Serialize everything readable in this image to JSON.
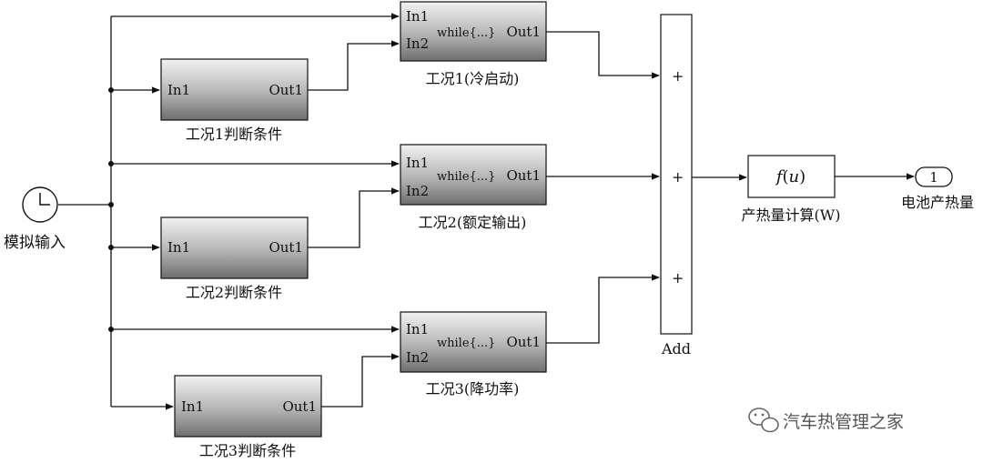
{
  "source_block": {
    "label": "模拟输入",
    "icon": "clock-icon"
  },
  "condition_blocks": [
    {
      "in": "In1",
      "out": "Out1",
      "caption": "工况1判断条件"
    },
    {
      "in": "In1",
      "out": "Out1",
      "caption": "工况2判断条件"
    },
    {
      "in": "In1",
      "out": "Out1",
      "caption": "工况3判断条件"
    }
  ],
  "while_blocks": [
    {
      "in1": "In1",
      "in2": "In2",
      "body": "while{...}",
      "out": "Out1",
      "caption": "工况1(冷启动)"
    },
    {
      "in1": "In1",
      "in2": "In2",
      "body": "while{...}",
      "out": "Out1",
      "caption": "工况2(额定输出)"
    },
    {
      "in1": "In1",
      "in2": "In2",
      "body": "while{...}",
      "out": "Out1",
      "caption": "工况3(降功率)"
    }
  ],
  "add_block": {
    "signs": [
      "+",
      "+",
      "+"
    ],
    "caption": "Add"
  },
  "fcn_block": {
    "expr_f": "f",
    "expr_open": "(",
    "expr_u": "u",
    "expr_close": ")",
    "caption": "产热量计算(W)"
  },
  "outport": {
    "number": "1",
    "caption": "电池产热量"
  },
  "watermark": {
    "text": "汽车热管理之家",
    "icon": "wechat-icon"
  },
  "colors": {
    "block_gradient_top": "#f2f2f2",
    "block_gradient_bottom": "#6e6e6e",
    "line": "#111111"
  }
}
